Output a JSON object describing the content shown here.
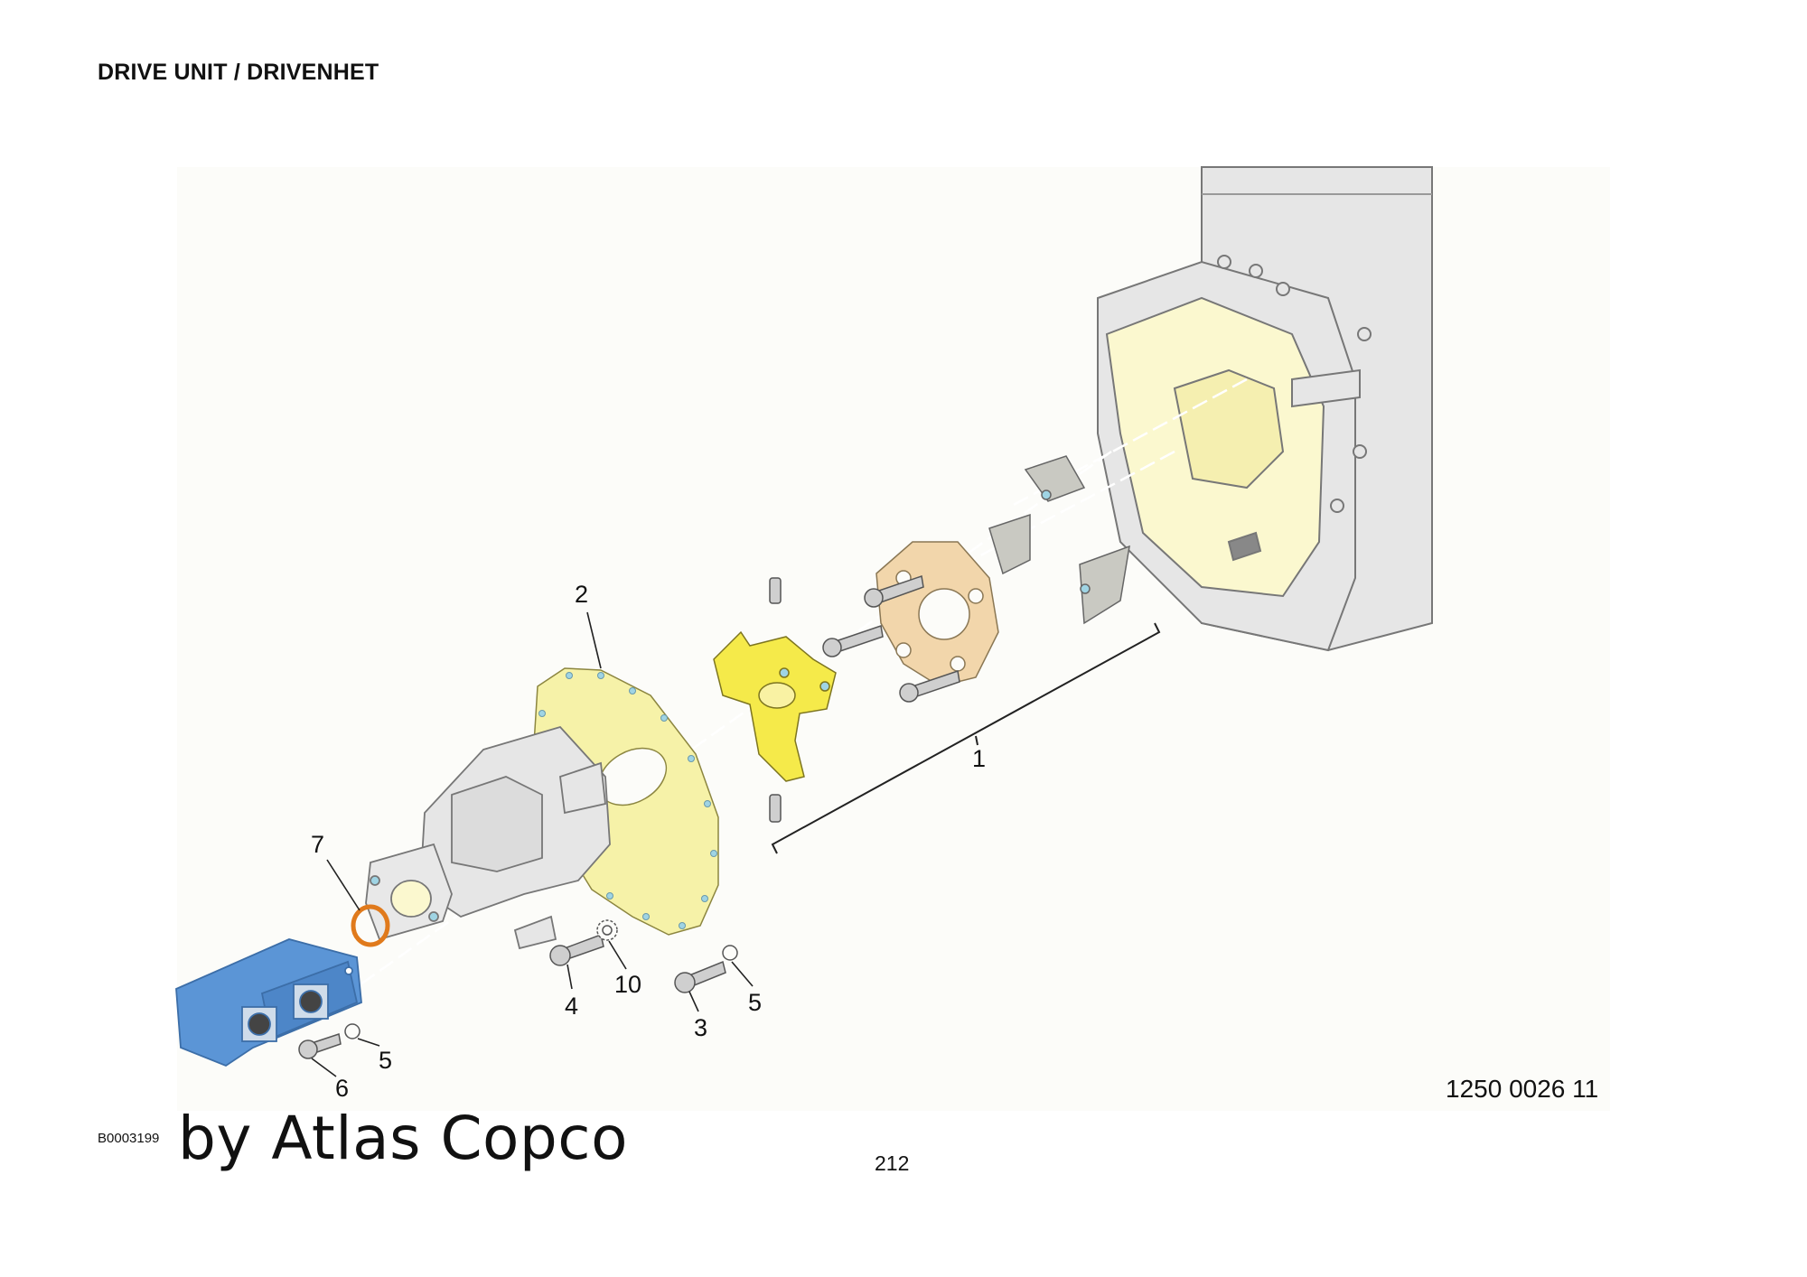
{
  "page": {
    "header": "DRIVE UNIT / DRIVENHET",
    "drawing_number": "1250 0026 11",
    "figure_code": "B0003199",
    "watermark": "by Atlas Copco",
    "page_number": "212"
  },
  "callouts": {
    "c1": "1",
    "c2": "2",
    "c3": "3",
    "c4": "4",
    "c5a": "5",
    "c5b": "5",
    "c6": "6",
    "c7": "7",
    "c10": "10"
  },
  "colors": {
    "engine_gray": "#e6e6e6",
    "housing_yellow": "#fbf8cf",
    "plate_yellow": "#f6f2a8",
    "hub_yellow": "#f5ea4a",
    "coupling_tan": "#f2d6ab",
    "pump_blue": "#5b95d6",
    "oring_orange": "#e07a1c",
    "fastener_gray": "#cfcfcf"
  }
}
